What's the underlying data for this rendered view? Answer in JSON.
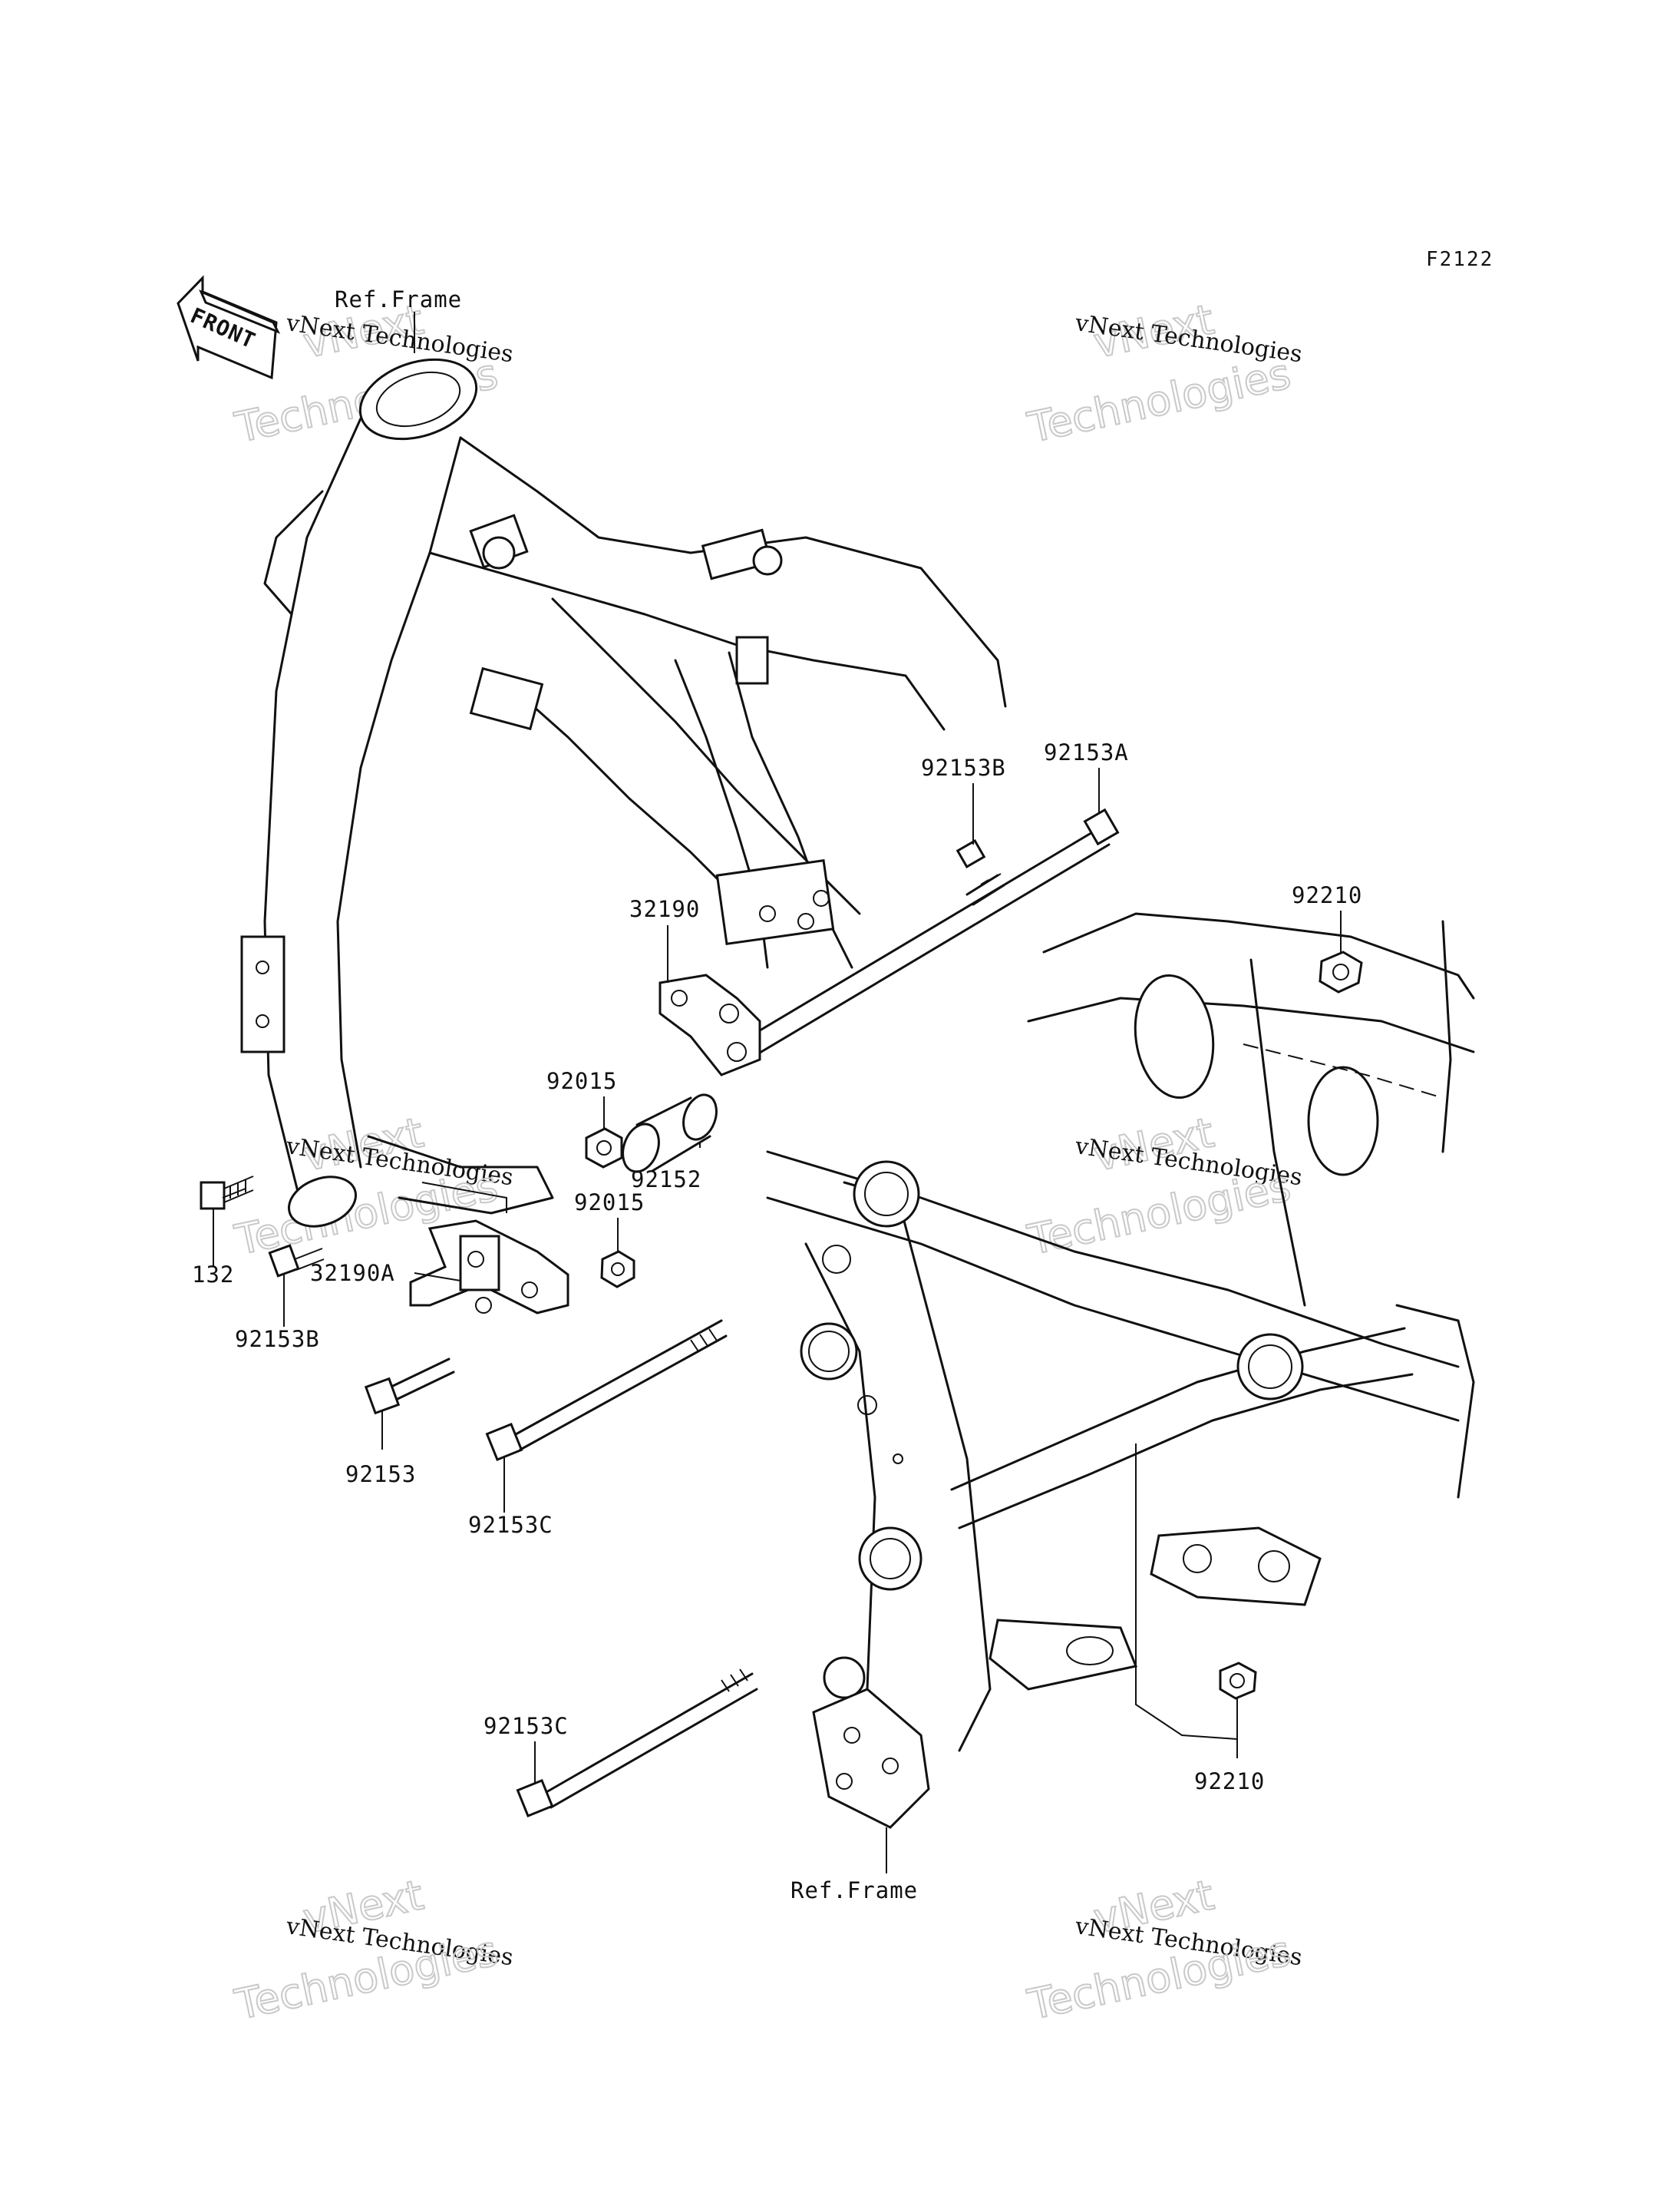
{
  "figure_code": "F2122",
  "front_marker": "FRONT",
  "watermark": {
    "line1": "vNext",
    "line2": "vNext Technologies",
    "line3": "Technologies"
  },
  "callouts": {
    "ref_frame_top": "Ref.Frame",
    "ref_frame_bottom": "Ref.Frame",
    "p92153A": "92153A",
    "p92153B_top": "92153B",
    "p92210_top": "92210",
    "p32190": "32190",
    "p92015_top": "92015",
    "p92152": "92152",
    "p92015_mid": "92015",
    "p132": "132",
    "p32190A": "32190A",
    "p92153B_bottom": "92153B",
    "p92153": "92153",
    "p92153C_mid": "92153C",
    "p92153C_bottom": "92153C",
    "p92210_bottom": "92210"
  }
}
